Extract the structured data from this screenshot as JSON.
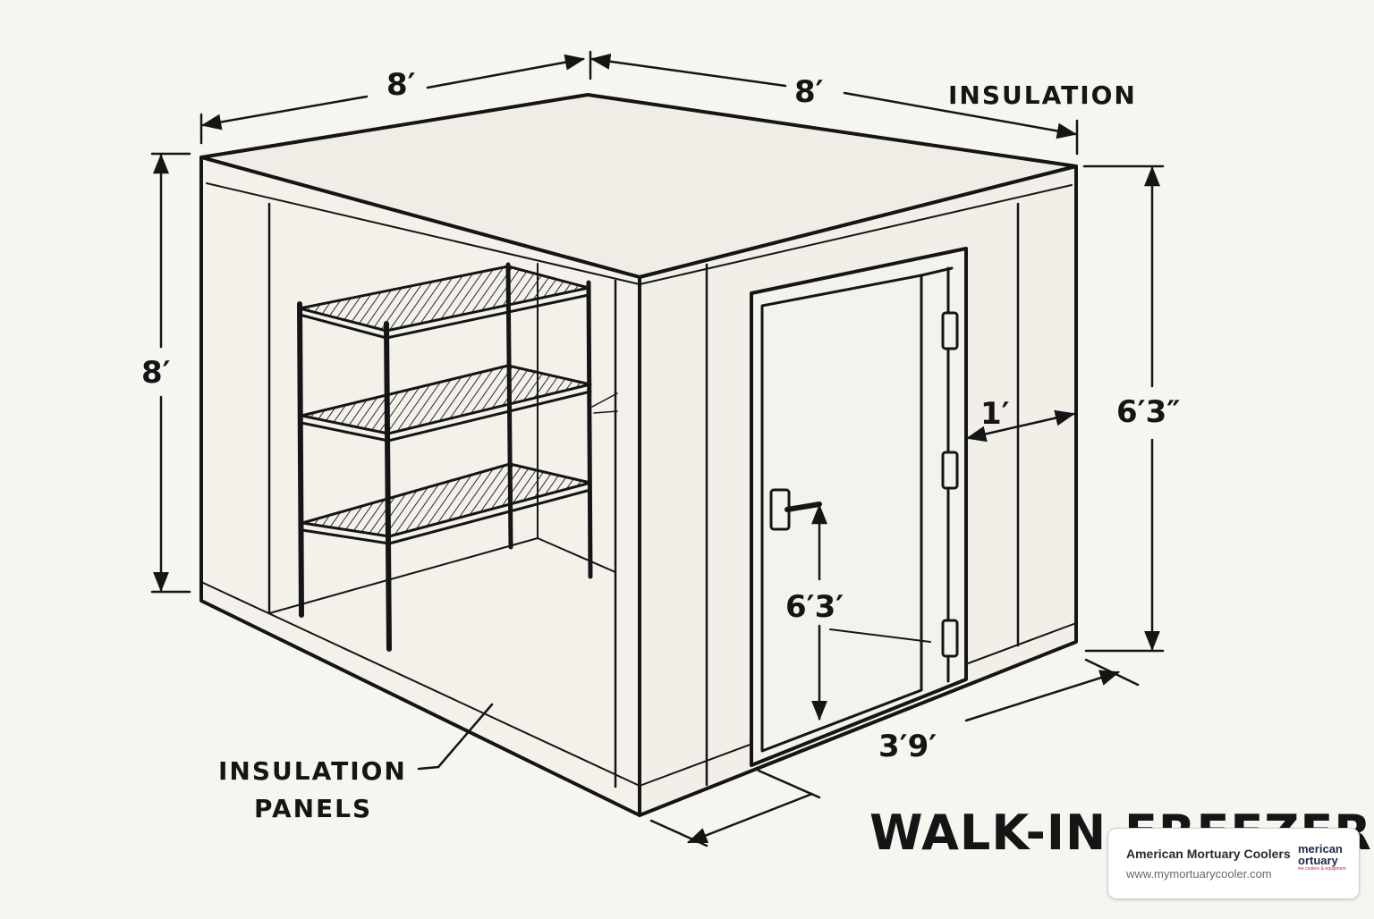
{
  "diagram": {
    "dimension_labels": {
      "top_left_width": "8′",
      "top_right_depth": "8′",
      "left_height": "8′",
      "right_height": "6′3″",
      "door_offset": "1′",
      "door_height": "6′3′",
      "door_width": "3′9′"
    },
    "callouts": {
      "top_insulation": "INSULATION",
      "panels_line1": "INSULATION",
      "panels_line2": "PANELS"
    },
    "title": "WALK-IN FREEZER"
  },
  "watermark": {
    "company": "American Mortuary Coolers",
    "url": "www.mymortuarycooler.com",
    "logo_line1": "merican",
    "logo_line2": "ortuary",
    "logo_tagline": "lee coolers & equipment"
  },
  "colors": {
    "background": "#f7f5ef",
    "ink": "#151515",
    "panel_fill": "#f1efe8"
  }
}
